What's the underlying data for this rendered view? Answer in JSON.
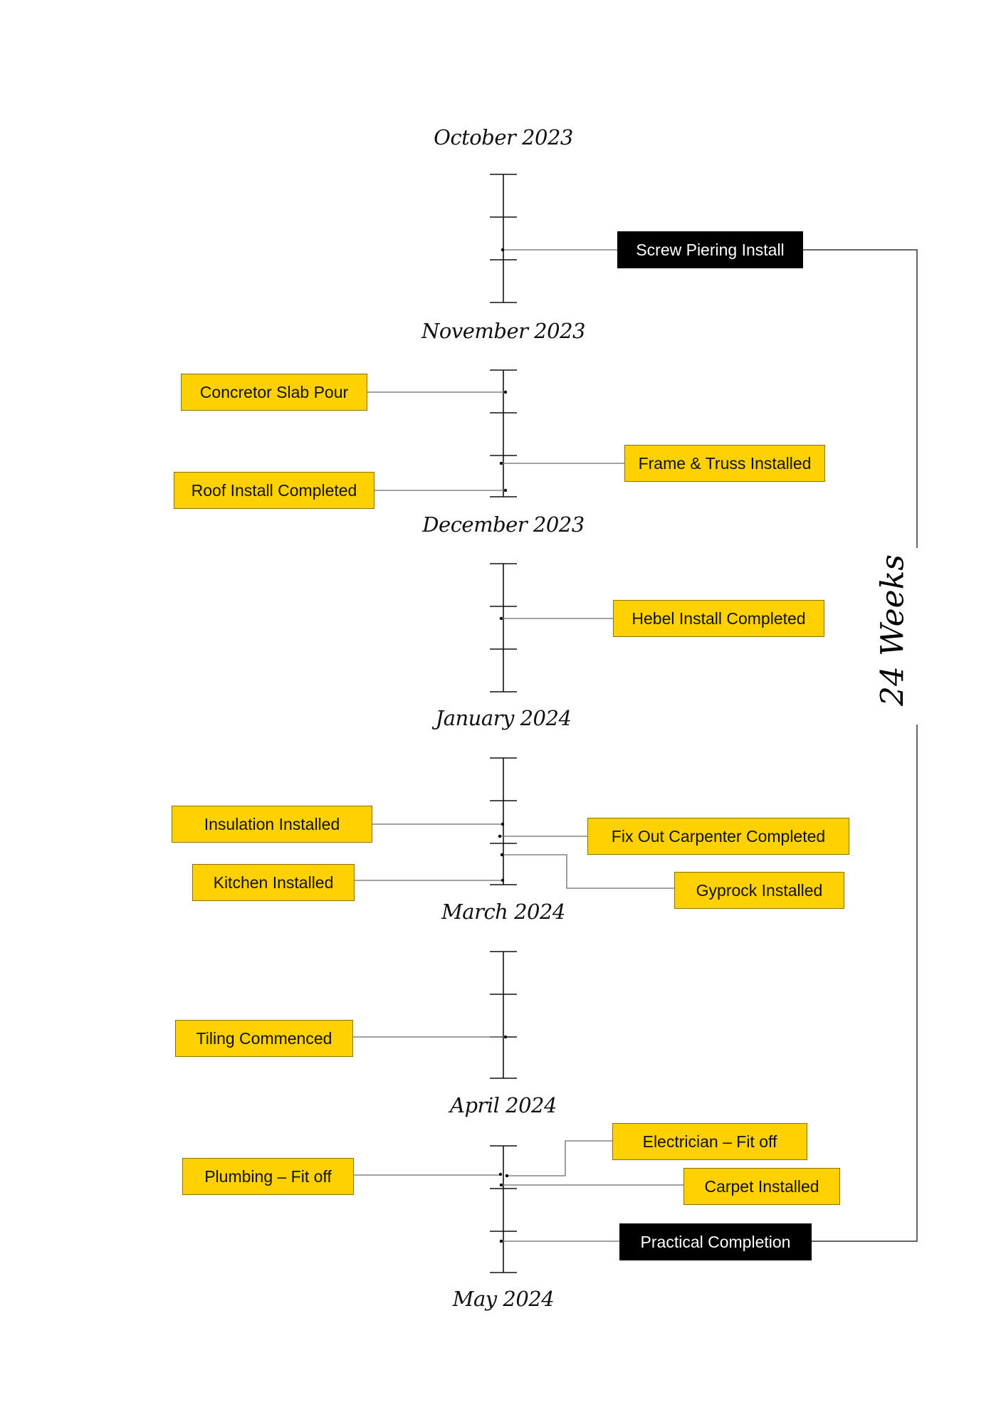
{
  "months": [
    "October 2023",
    "November 2023",
    "December 2023",
    "January 2024",
    "March 2024",
    "April 2024",
    "May 2024"
  ],
  "tasks": {
    "screw_piering_install": "Screw Piering Install",
    "concretor_slab_pour": "Concretor Slab Pour",
    "frame_truss_installed": "Frame & Truss Installed",
    "roof_install_completed": "Roof Install Completed",
    "hebel_install_completed": "Hebel Install Completed",
    "insulation_installed": "Insulation Installed",
    "fix_out_carpenter_completed": "Fix Out Carpenter Completed",
    "kitchen_installed": "Kitchen Installed",
    "gyprock_installed": "Gyprock Installed",
    "tiling_commenced": "Tiling Commenced",
    "electrician_fit_off": "Electrician – Fit off",
    "plumbing_fit_off": "Plumbing – Fit off",
    "carpet_installed": "Carpet Installed",
    "practical_completion": "Practical Completion"
  },
  "duration_label": "24 Weeks",
  "colors": {
    "task_fill": "#FFD100",
    "milestone_fill": "#000000",
    "line": "#333333"
  }
}
